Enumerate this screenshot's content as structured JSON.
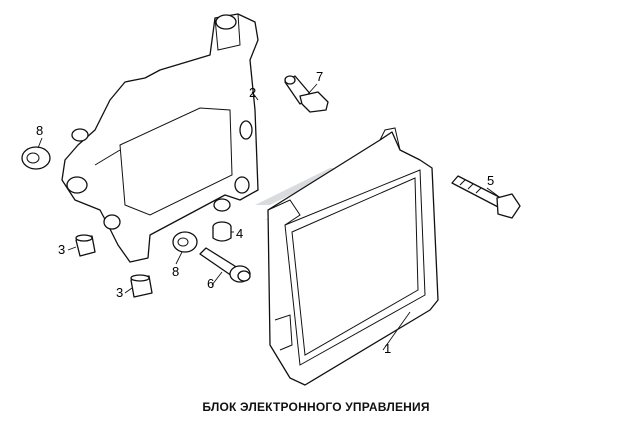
{
  "caption": "БЛОК ЭЛЕКТРОННОГО УПРАВЛЕНИЯ",
  "callouts": {
    "c1": "1",
    "c2": "2",
    "c3a": "3",
    "c3b": "3",
    "c4": "4",
    "c5": "5",
    "c6": "6",
    "c7": "7",
    "c8a": "8",
    "c8b": "8"
  }
}
